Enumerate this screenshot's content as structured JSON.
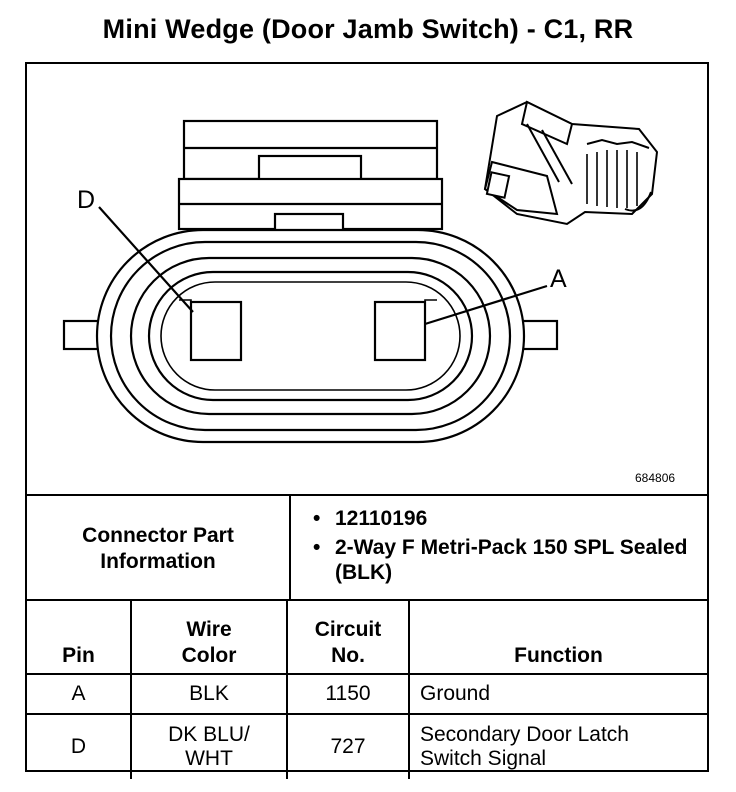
{
  "title": "Mini Wedge (Door Jamb Switch) - C1, RR",
  "diagram": {
    "callout_d": "D",
    "callout_a": "A",
    "figure_number": "684806"
  },
  "connector_info": {
    "label_line1": "Connector Part",
    "label_line2": "Information",
    "items": [
      "12110196",
      "2-Way F Metri-Pack 150 SPL Sealed (BLK)"
    ]
  },
  "pin_table": {
    "headers": {
      "pin": "Pin",
      "wire_color_line1": "Wire",
      "wire_color_line2": "Color",
      "circuit_line1": "Circuit",
      "circuit_line2": "No.",
      "function": "Function"
    },
    "rows": [
      {
        "pin": "A",
        "wire_color": "BLK",
        "circuit": "1150",
        "function": "Ground"
      },
      {
        "pin": "D",
        "wire_color_line1": "DK BLU/",
        "wire_color_line2": "WHT",
        "circuit": "727",
        "function_line1": "Secondary Door Latch",
        "function_line2": "Switch Signal"
      }
    ]
  }
}
